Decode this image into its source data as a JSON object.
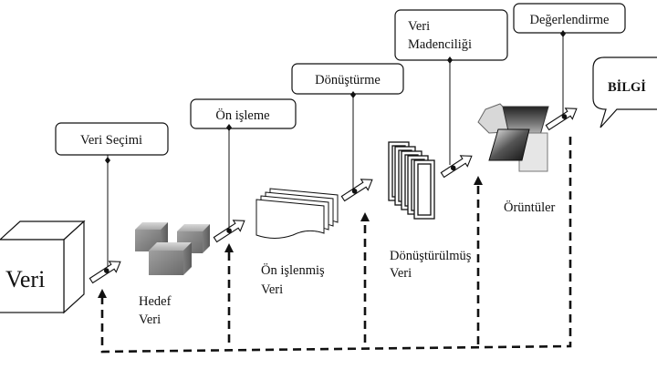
{
  "steps": {
    "selection": "Veri Seçimi",
    "preprocessing": "Ön işleme",
    "transformation": "Dönüştürme",
    "mining_line1": "Veri",
    "mining_line2": "Madenciliği",
    "evaluation": "Değerlendirme"
  },
  "artifacts": {
    "data": "Veri",
    "target_line1": "Hedef",
    "target_line2": "Veri",
    "preprocessed_line1": "Ön işlenmiş",
    "preprocessed_line2": "Veri",
    "transformed_line1": "Dönüştürülmüş",
    "transformed_line2": "Veri",
    "patterns": "Örüntüler",
    "knowledge": "BİLGİ"
  }
}
